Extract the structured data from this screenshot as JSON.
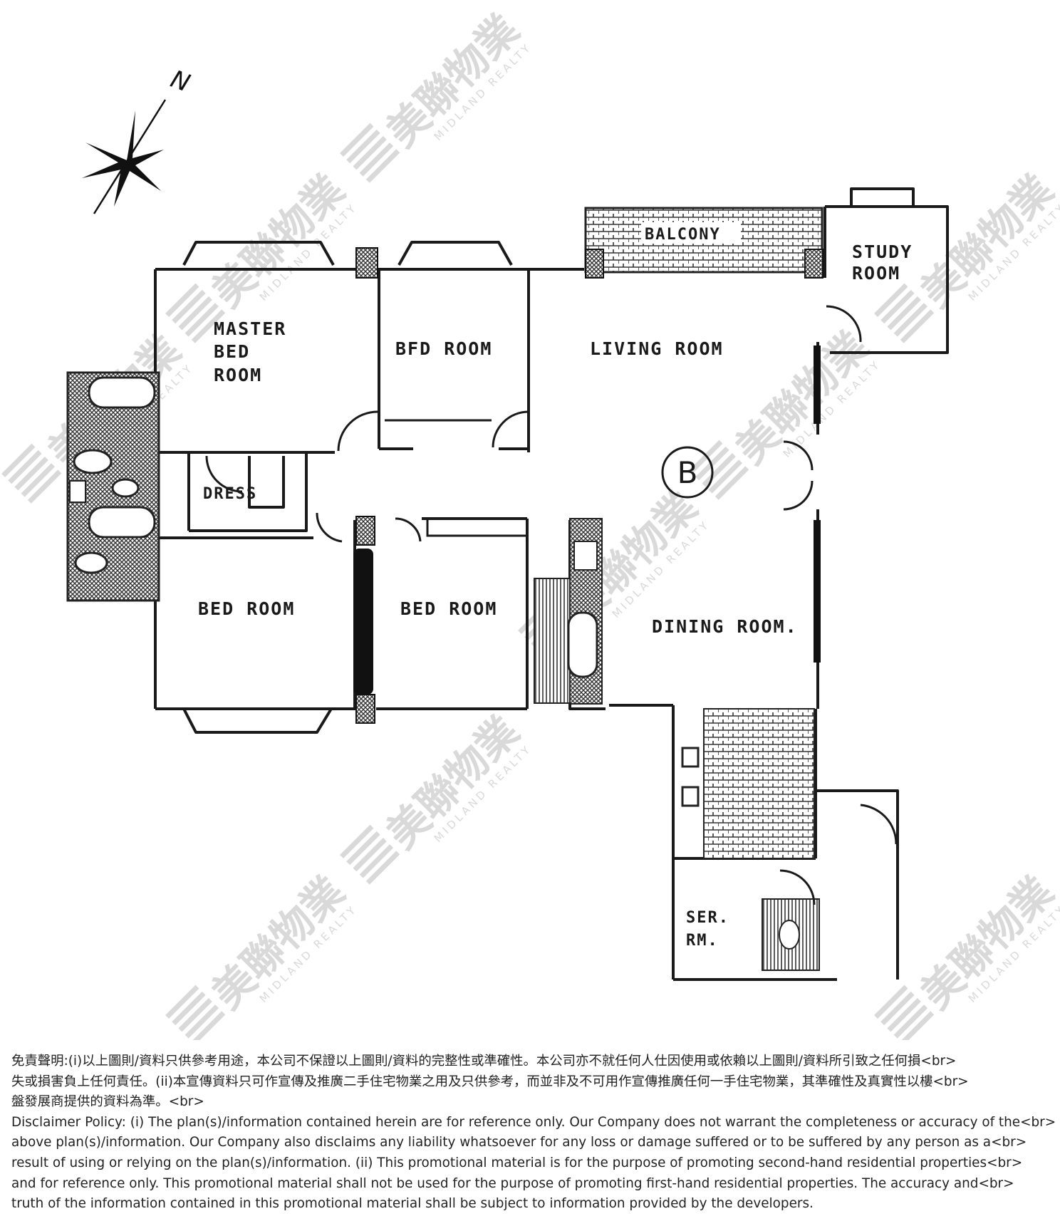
{
  "compass": {
    "label": "N",
    "icon": "compass-star-icon"
  },
  "rooms": {
    "master_bed_room": [
      "MASTER",
      "BED",
      "ROOM"
    ],
    "bed_room_north": "BFD ROOM",
    "living_room": "LIVING ROOM",
    "balcony": "BALCONY",
    "study_room": [
      "STUDY",
      "ROOM"
    ],
    "dress": "DRESS",
    "bed_room_southwest": "BED ROOM",
    "bed_room_south": "BED ROOM",
    "dining_room": "DINING ROOM.",
    "service_room": [
      "SER.",
      "RM."
    ]
  },
  "unit_marker": "B",
  "watermark": {
    "chinese": "美聯物業",
    "english": "MIDLAND REALTY",
    "icon": "midland-logo-icon"
  },
  "disclaimer": {
    "zh_lines": [
      "免責聲明:(i)以上圖則/資料只供參考用途，本公司不保證以上圖則/資料的完整性或準確性。本公司亦不就任何人仕因使用或依賴以上圖則/資料所引致之任何損<br>",
      "失或損害負上任何責任。(ii)本宣傳資料只可作宣傳及推廣二手住宅物業之用及只供參考，而並非及不可用作宣傳推廣任何一手住宅物業，其準確性及真實性以樓<br>",
      "盤發展商提供的資料為準。<br>"
    ],
    "en_lines": [
      "Disclaimer Policy: (i) The plan(s)/information contained herein are for reference only. Our Company does not warrant the completeness or accuracy of the<br>",
      "above plan(s)/information. Our Company also disclaims any liability whatsoever for any loss or damage suffered or to be suffered by any person as a<br>",
      "result of using or relying on the plan(s)/information. (ii) This promotional material is for the purpose of promoting second-hand residential properties<br>",
      "and for reference only. This promotional material shall not be used for the purpose of promoting first-hand residential properties. The accuracy and<br>",
      "truth of the information contained in this promotional material shall be subject to information provided by the developers."
    ]
  }
}
